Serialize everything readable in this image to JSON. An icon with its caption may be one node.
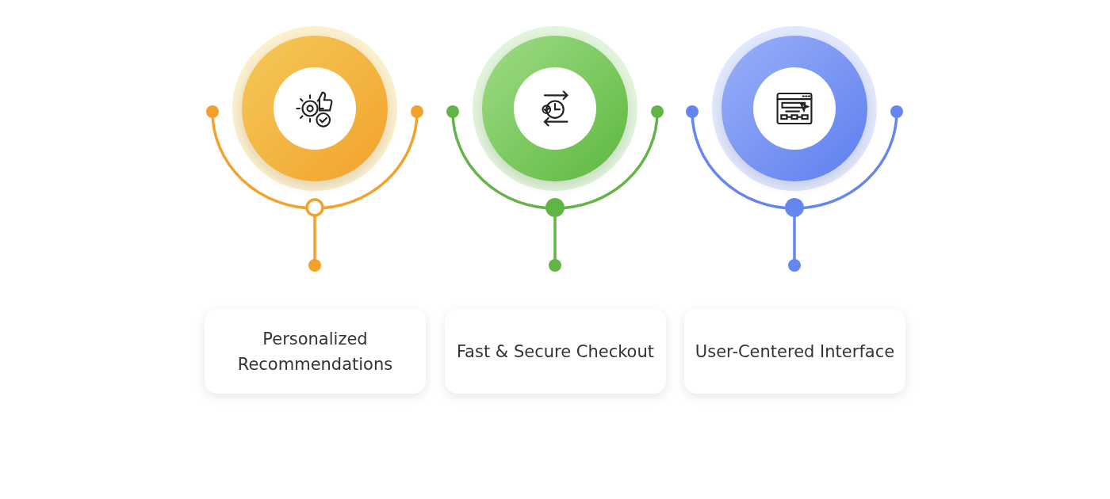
{
  "diagram": {
    "nodes": [
      {
        "text": [],
        "shape": "circle"
      },
      {
        "text": [],
        "shape": "circle"
      },
      {
        "text": [],
        "shape": "circle"
      },
      {
        "text": [
          "Personalized Recommendations"
        ]
      },
      {
        "text": [
          "Fast & Secure Checkout"
        ]
      },
      {
        "text": [
          "User-Centered Interface"
        ]
      }
    ]
  }
}
